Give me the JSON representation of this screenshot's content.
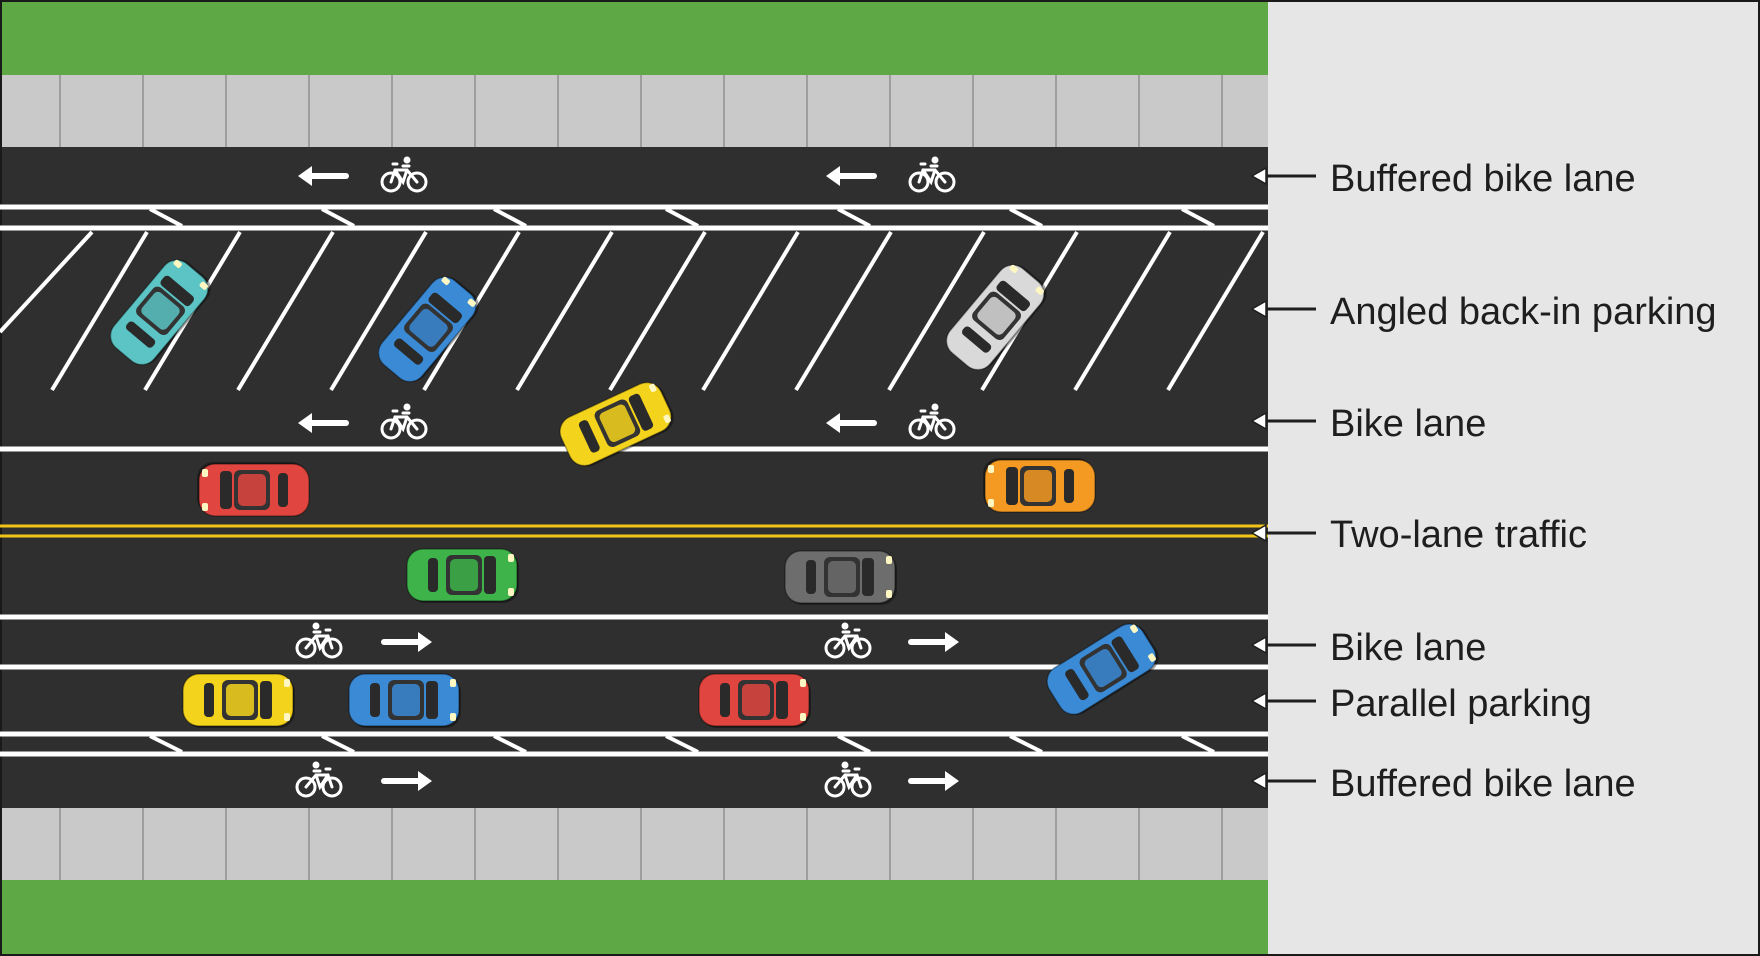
{
  "colors": {
    "grass": "#5ea846",
    "sidewalk": "#c9c9c9",
    "sidewalk_joint": "#9e9e9e",
    "asphalt": "#2f2f2f",
    "marking": "#ffffff",
    "centerline": "#f2c41a",
    "legend_bg": "#e6e6e6",
    "label_text": "#1e1e1e"
  },
  "icons": {
    "arrow": "arrow-icon",
    "bicycle": "bicycle-icon",
    "car": "car-icon",
    "pointer": "leader-arrow-icon"
  },
  "lane_labels": [
    {
      "id": "buffered-bike-lane-top",
      "text": "Buffered bike lane"
    },
    {
      "id": "angled-back-in-parking",
      "text": "Angled back-in parking"
    },
    {
      "id": "bike-lane-top",
      "text": "Bike lane"
    },
    {
      "id": "two-lane-traffic",
      "text": "Two-lane traffic"
    },
    {
      "id": "bike-lane-bottom",
      "text": "Bike lane"
    },
    {
      "id": "parallel-parking",
      "text": "Parallel parking"
    },
    {
      "id": "buffered-bike-lane-bottom",
      "text": "Buffered bike lane"
    }
  ],
  "cars": [
    {
      "id": "teal-angled",
      "color": "#5cc4c4"
    },
    {
      "id": "blue-angled",
      "color": "#3a8ad6"
    },
    {
      "id": "white-angled",
      "color": "#d9d9d9"
    },
    {
      "id": "yellow-turning",
      "color": "#f4d31c"
    },
    {
      "id": "red-westbound",
      "color": "#e0453f"
    },
    {
      "id": "orange-westbound",
      "color": "#f49a22"
    },
    {
      "id": "green-eastbound",
      "color": "#3db34a"
    },
    {
      "id": "gray-eastbound",
      "color": "#6d6d6d"
    },
    {
      "id": "yellow-parallel",
      "color": "#f4d31c"
    },
    {
      "id": "blue-parallel",
      "color": "#3a8ad6"
    },
    {
      "id": "red-parallel",
      "color": "#e0453f"
    },
    {
      "id": "blue-pulling-out",
      "color": "#3a8ad6"
    }
  ]
}
